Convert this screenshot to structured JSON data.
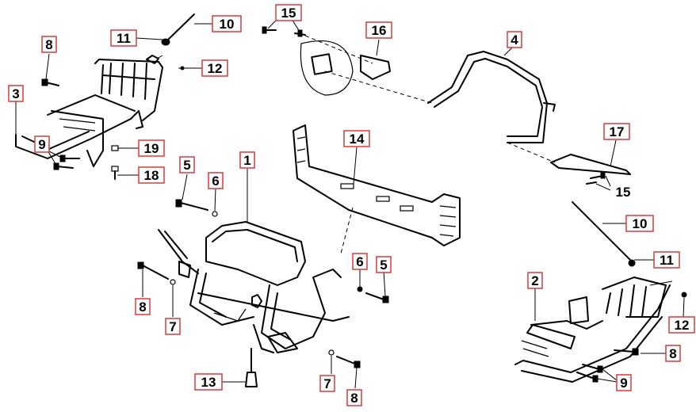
{
  "diagram": {
    "type": "exploded parts diagram",
    "colors": {
      "line": "#000000",
      "callout_border": "#d63c3c",
      "background": "#ffffff"
    },
    "callouts": [
      {
        "id": "c-10-top",
        "label": "10"
      },
      {
        "id": "c-11-top",
        "label": "11"
      },
      {
        "id": "c-12-top",
        "label": "12"
      },
      {
        "id": "c-15-top",
        "label": "15"
      },
      {
        "id": "c-16",
        "label": "16"
      },
      {
        "id": "c-4",
        "label": "4"
      },
      {
        "id": "c-8-topleft",
        "label": "8"
      },
      {
        "id": "c-3",
        "label": "3"
      },
      {
        "id": "c-9-left",
        "label": "9"
      },
      {
        "id": "c-19",
        "label": "19"
      },
      {
        "id": "c-18",
        "label": "18"
      },
      {
        "id": "c-14",
        "label": "14"
      },
      {
        "id": "c-17",
        "label": "17"
      },
      {
        "id": "c-15-right",
        "label": "15"
      },
      {
        "id": "c-5-left",
        "label": "5"
      },
      {
        "id": "c-6-left",
        "label": "6"
      },
      {
        "id": "c-1",
        "label": "1"
      },
      {
        "id": "c-10-right",
        "label": "10"
      },
      {
        "id": "c-11-right",
        "label": "11"
      },
      {
        "id": "c-6-right",
        "label": "6"
      },
      {
        "id": "c-5-right",
        "label": "5"
      },
      {
        "id": "c-2",
        "label": "2"
      },
      {
        "id": "c-8-left",
        "label": "8"
      },
      {
        "id": "c-7-left",
        "label": "7"
      },
      {
        "id": "c-12-right",
        "label": "12"
      },
      {
        "id": "c-8-right",
        "label": "8"
      },
      {
        "id": "c-13",
        "label": "13"
      },
      {
        "id": "c-7-bottom",
        "label": "7"
      },
      {
        "id": "c-9-right",
        "label": "9"
      },
      {
        "id": "c-8-bottom",
        "label": "8"
      }
    ]
  }
}
